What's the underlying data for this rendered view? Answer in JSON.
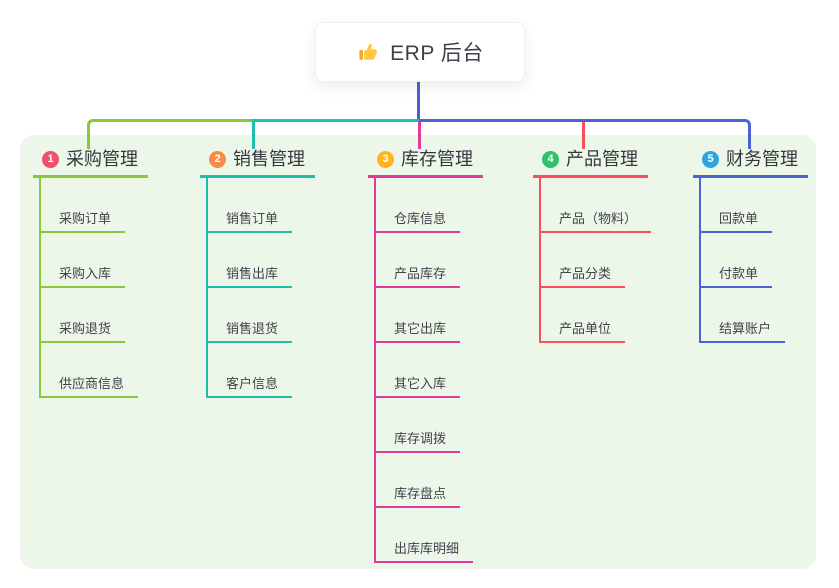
{
  "root": {
    "label": "ERP 后台",
    "icon": "thumbs-up-icon"
  },
  "colors": {
    "root_line": "#4B5FD4",
    "panel_bg": "#EDF7E9"
  },
  "branches": [
    {
      "num": "1",
      "label": "采购管理",
      "color": "#8BC63F",
      "badge_color": "#F1506B",
      "children": [
        "采购订单",
        "采购入库",
        "采购退货",
        "供应商信息"
      ]
    },
    {
      "num": "2",
      "label": "销售管理",
      "color": "#1FBFAD",
      "badge_color": "#F98B45",
      "children": [
        "销售订单",
        "销售出库",
        "销售退货",
        "客户信息"
      ]
    },
    {
      "num": "3",
      "label": "库存管理",
      "color": "#E13A9B",
      "badge_color": "#FFB321",
      "children": [
        "仓库信息",
        "产品库存",
        "其它出库",
        "其它入库",
        "库存调拨",
        "库存盘点",
        "出库库明细"
      ]
    },
    {
      "num": "4",
      "label": "产品管理",
      "color": "#F4525E",
      "badge_color": "#2EC165",
      "children": [
        "产品（物料）",
        "产品分类",
        "产品单位"
      ]
    },
    {
      "num": "5",
      "label": "财务管理",
      "color": "#4A63D5",
      "badge_color": "#2FA4DF",
      "children": [
        "回款单",
        "付款单",
        "结算账户"
      ]
    }
  ]
}
